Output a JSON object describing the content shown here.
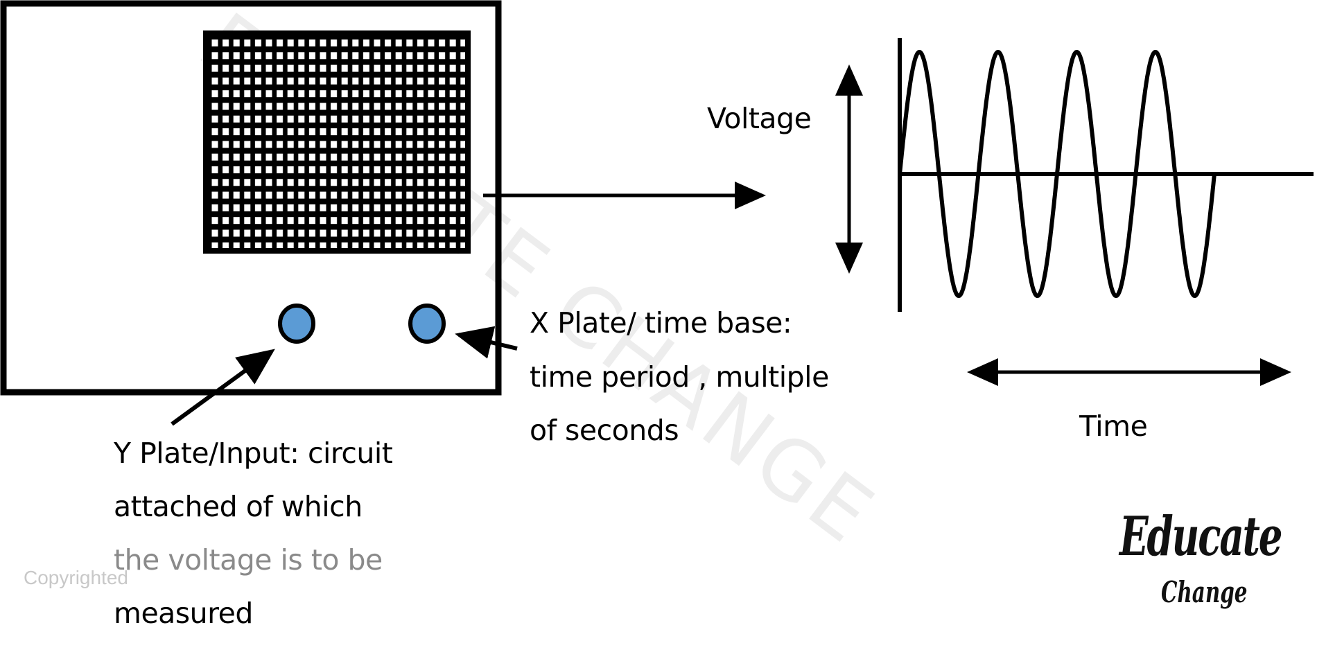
{
  "labels": {
    "voltage": "Voltage",
    "time": "Time",
    "x_plate": [
      "X Plate/ time base:",
      "time period , multiple",
      "of seconds"
    ],
    "y_plate": [
      "Y Plate/Input: circuit",
      "attached of which",
      "the voltage is to be",
      "measured"
    ]
  },
  "watermark": "EDUCATE CHANGE",
  "copyright": "Copyrighted",
  "logo": {
    "line1": "Educate",
    "line2": "Change"
  },
  "waveform": {
    "cycles": 4
  },
  "colors": {
    "ink": "#000000",
    "plate": "#5b9bd5",
    "grey_text": "#8a8a8a"
  }
}
